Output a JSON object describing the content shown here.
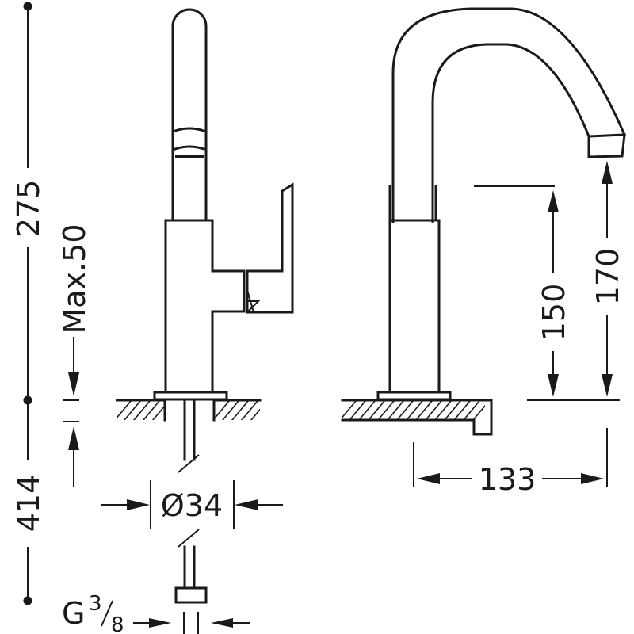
{
  "dimensions": {
    "total_height": "275",
    "max_deck_thickness": "Max.50",
    "supply_hose_length": "414",
    "base_diameter": "Ø34",
    "connection_prefix": "G",
    "connection_num": "3",
    "connection_den": "8",
    "spout_clearance": "150",
    "spout_height": "170",
    "spout_reach": "133"
  }
}
